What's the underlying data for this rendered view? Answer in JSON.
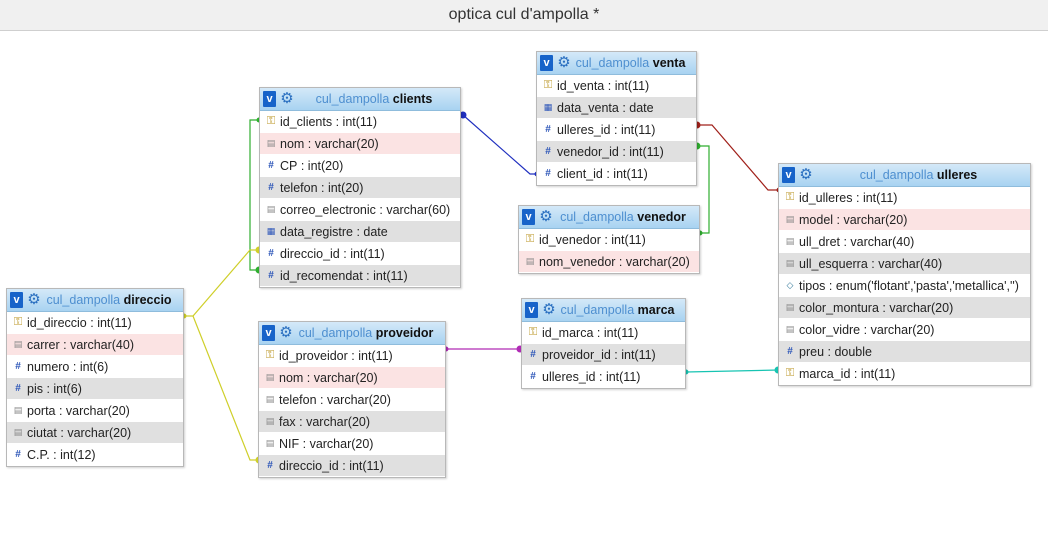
{
  "window": {
    "title": "optica cul d'ampolla *"
  },
  "colors": {
    "header_gradient_top": "#d4e9f8",
    "header_gradient_bottom": "#a8d3f1",
    "link_blue": "#1f2fbf",
    "link_green": "#2fae2f",
    "link_red": "#a0201a",
    "link_yellow": "#cfcf2a",
    "link_purple": "#b02bb5",
    "link_teal": "#17c4b2"
  },
  "tables": {
    "direccio": {
      "db": "cul_dampolla",
      "name": "direccio",
      "columns": [
        {
          "icon": "key",
          "name": "id_direccio",
          "type": "int(11)",
          "style": "white"
        },
        {
          "icon": "text",
          "name": "carrer",
          "type": "varchar(40)",
          "style": "pink"
        },
        {
          "icon": "number",
          "name": "numero",
          "type": "int(6)",
          "style": "white"
        },
        {
          "icon": "number",
          "name": "pis",
          "type": "int(6)",
          "style": "even"
        },
        {
          "icon": "text",
          "name": "porta",
          "type": "varchar(20)",
          "style": "white"
        },
        {
          "icon": "text",
          "name": "ciutat",
          "type": "varchar(20)",
          "style": "even"
        },
        {
          "icon": "number",
          "name": "C.P.",
          "type": "int(12)",
          "style": "white"
        }
      ]
    },
    "clients": {
      "db": "cul_dampolla",
      "name": "clients",
      "columns": [
        {
          "icon": "key",
          "name": "id_clients",
          "type": "int(11)",
          "style": "white"
        },
        {
          "icon": "text",
          "name": "nom",
          "type": "varchar(20)",
          "style": "pink"
        },
        {
          "icon": "number",
          "name": "CP",
          "type": "int(20)",
          "style": "white"
        },
        {
          "icon": "number",
          "name": "telefon",
          "type": "int(20)",
          "style": "even"
        },
        {
          "icon": "text",
          "name": "correo_electronic",
          "type": "varchar(60)",
          "style": "white"
        },
        {
          "icon": "date",
          "name": "data_registre",
          "type": "date",
          "style": "even"
        },
        {
          "icon": "number",
          "name": "direccio_id",
          "type": "int(11)",
          "style": "white"
        },
        {
          "icon": "number",
          "name": "id_recomendat",
          "type": "int(11)",
          "style": "even"
        }
      ]
    },
    "proveidor": {
      "db": "cul_dampolla",
      "name": "proveidor",
      "columns": [
        {
          "icon": "key",
          "name": "id_proveidor",
          "type": "int(11)",
          "style": "white"
        },
        {
          "icon": "text",
          "name": "nom",
          "type": "varchar(20)",
          "style": "pink"
        },
        {
          "icon": "text",
          "name": "telefon",
          "type": "varchar(20)",
          "style": "white"
        },
        {
          "icon": "text",
          "name": "fax",
          "type": "varchar(20)",
          "style": "even"
        },
        {
          "icon": "text",
          "name": "NIF",
          "type": "varchar(20)",
          "style": "white"
        },
        {
          "icon": "number",
          "name": "direccio_id",
          "type": "int(11)",
          "style": "even"
        }
      ]
    },
    "venta": {
      "db": "cul_dampolla",
      "name": "venta",
      "columns": [
        {
          "icon": "key",
          "name": "id_venta",
          "type": "int(11)",
          "style": "white"
        },
        {
          "icon": "date",
          "name": "data_venta",
          "type": "date",
          "style": "even"
        },
        {
          "icon": "number",
          "name": "ulleres_id",
          "type": "int(11)",
          "style": "white"
        },
        {
          "icon": "number",
          "name": "venedor_id",
          "type": "int(11)",
          "style": "even"
        },
        {
          "icon": "number",
          "name": "client_id",
          "type": "int(11)",
          "style": "white"
        }
      ]
    },
    "venedor": {
      "db": "cul_dampolla",
      "name": "venedor",
      "columns": [
        {
          "icon": "key",
          "name": "id_venedor",
          "type": "int(11)",
          "style": "white"
        },
        {
          "icon": "text",
          "name": "nom_venedor",
          "type": "varchar(20)",
          "style": "pink"
        }
      ]
    },
    "marca": {
      "db": "cul_dampolla",
      "name": "marca",
      "columns": [
        {
          "icon": "key",
          "name": "id_marca",
          "type": "int(11)",
          "style": "white"
        },
        {
          "icon": "number",
          "name": "proveidor_id",
          "type": "int(11)",
          "style": "even"
        },
        {
          "icon": "number",
          "name": "ulleres_id",
          "type": "int(11)",
          "style": "white"
        }
      ]
    },
    "ulleres": {
      "db": "cul_dampolla",
      "name": "ulleres",
      "columns": [
        {
          "icon": "key",
          "name": "id_ulleres",
          "type": "int(11)",
          "style": "white"
        },
        {
          "icon": "text",
          "name": "model",
          "type": "varchar(20)",
          "style": "pink"
        },
        {
          "icon": "text",
          "name": "ull_dret",
          "type": "varchar(40)",
          "style": "white"
        },
        {
          "icon": "text",
          "name": "ull_esquerra",
          "type": "varchar(40)",
          "style": "even"
        },
        {
          "icon": "enum",
          "name": "tipos",
          "type": "enum('flotant','pasta','metallica','')",
          "style": "white"
        },
        {
          "icon": "text",
          "name": "color_montura",
          "type": "varchar(20)",
          "style": "even"
        },
        {
          "icon": "text",
          "name": "color_vidre",
          "type": "varchar(20)",
          "style": "white"
        },
        {
          "icon": "number",
          "name": "preu",
          "type": "double",
          "style": "even"
        },
        {
          "icon": "key",
          "name": "marca_id",
          "type": "int(11)",
          "style": "white"
        }
      ]
    }
  },
  "header_toggle_label": "v"
}
